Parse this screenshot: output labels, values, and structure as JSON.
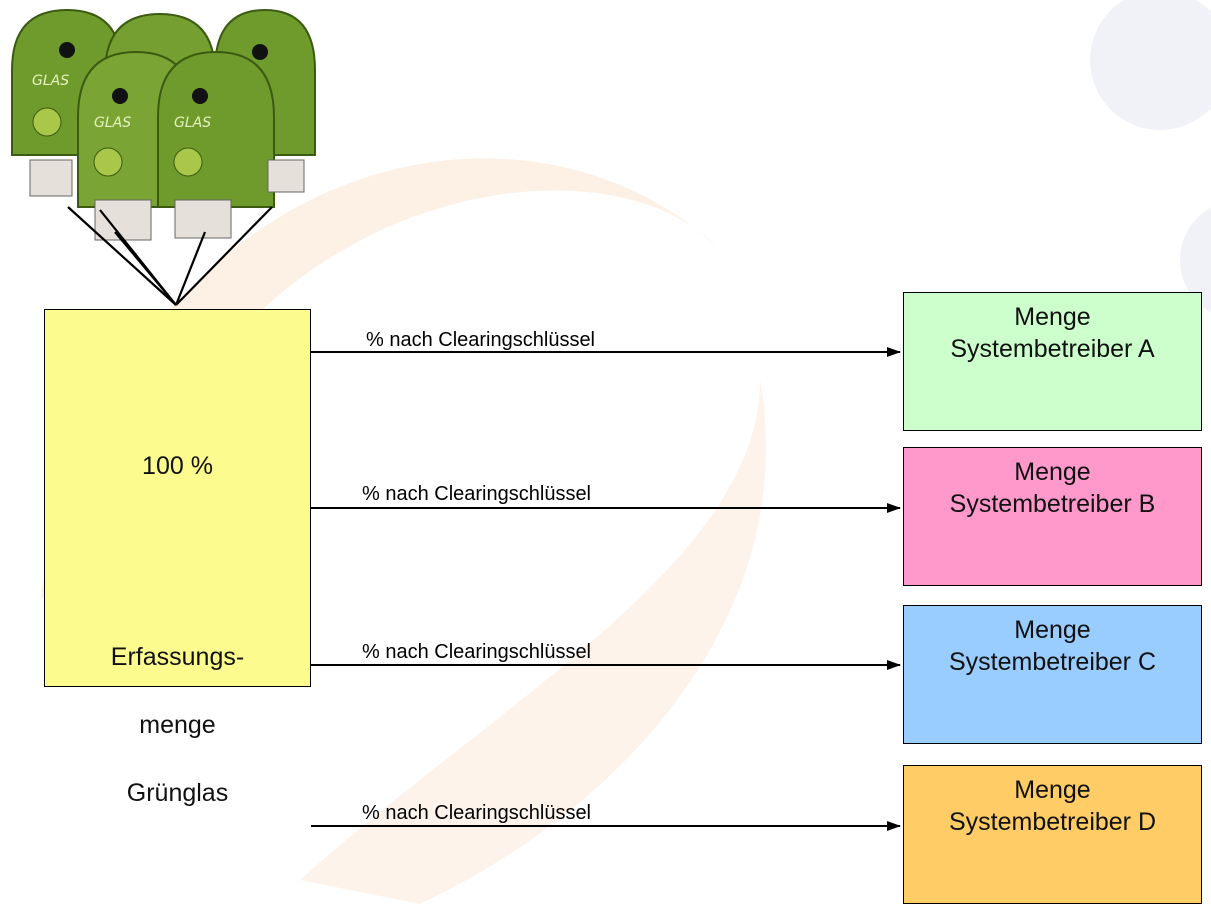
{
  "source": {
    "percent": "100 %",
    "label_line1": "Erfassungs-",
    "label_line2": "menge",
    "label_line3": "Grünglas",
    "color": "#fcfb8e"
  },
  "bins": {
    "label": "GLAS",
    "icon": "glass-recycling-bin-icon",
    "color": "#6f9a2c"
  },
  "targets": [
    {
      "line1": "Menge",
      "line2": "Systembetreiber A",
      "color": "#ccffcc"
    },
    {
      "line1": "Menge",
      "line2": "Systembetreiber B",
      "color": "#ff99cc"
    },
    {
      "line1": "Menge",
      "line2": "Systembetreiber C",
      "color": "#99ccff"
    },
    {
      "line1": "Menge",
      "line2": "Systembetreiber D",
      "color": "#ffcc66"
    }
  ],
  "arrows": [
    {
      "label": "% nach Clearingschlüssel"
    },
    {
      "label": "% nach Clearingschlüssel"
    },
    {
      "label": "% nach Clearingschlüssel"
    },
    {
      "label": "% nach Clearingschlüssel"
    }
  ]
}
